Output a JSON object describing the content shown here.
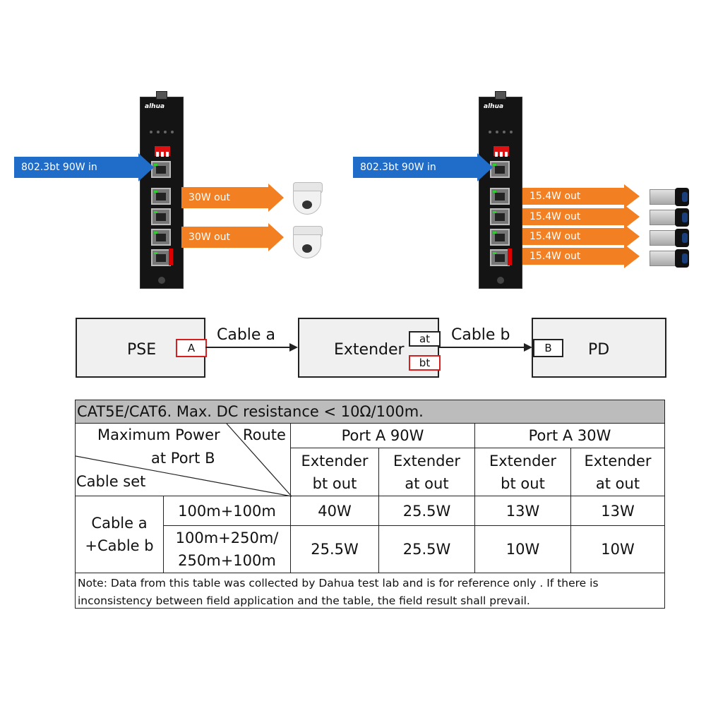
{
  "top_left": {
    "brand": "alhua",
    "input_label": "802.3bt  90W in",
    "outputs": [
      "30W out",
      "30W out"
    ],
    "camera_type": "dome-camera"
  },
  "top_right": {
    "brand": "alhua",
    "input_label": "802.3bt  90W in",
    "outputs": [
      "15.4W out",
      "15.4W out",
      "15.4W out",
      "15.4W out"
    ],
    "camera_type": "bullet-camera"
  },
  "diagram": {
    "pse_label": "PSE",
    "pse_port": "A",
    "cable_a": "Cable a",
    "extender_label": "Extender",
    "extender_port_at": "at",
    "extender_port_bt": "bt",
    "cable_b": "Cable b",
    "pd_port": "B",
    "pd_label": "PD"
  },
  "table": {
    "title": "CAT5E/CAT6. Max. DC resistance < 10Ω/100m.",
    "corner": {
      "line1": "Maximum Power",
      "line2": "at Port B",
      "route": "Route",
      "cable_set": "Cable set"
    },
    "group_headers": [
      "Port A 90W",
      "Port A 30W"
    ],
    "sub_headers": [
      [
        "Extender",
        "bt out"
      ],
      [
        "Extender",
        "at out"
      ],
      [
        "Extender",
        "bt out"
      ],
      [
        "Extender",
        "at out"
      ]
    ],
    "row_group": [
      "Cable a",
      "+Cable b"
    ],
    "rows": [
      {
        "cable": [
          "100m+100m"
        ],
        "values": [
          "40W",
          "25.5W",
          "13W",
          "13W"
        ]
      },
      {
        "cable": [
          "100m+250m/",
          "250m+100m"
        ],
        "values": [
          "25.5W",
          "25.5W",
          "10W",
          "10W"
        ]
      }
    ],
    "note": [
      "Note: Data from this table was collected by Dahua test lab and is for reference only . If there is",
      "inconsistency between field application and the table, the field result shall prevail."
    ]
  },
  "colors": {
    "input_arrow": "#1f6dc8",
    "output_arrow": "#f28022",
    "port_highlight": "#d62020",
    "table_header": "#bcbcbc"
  }
}
